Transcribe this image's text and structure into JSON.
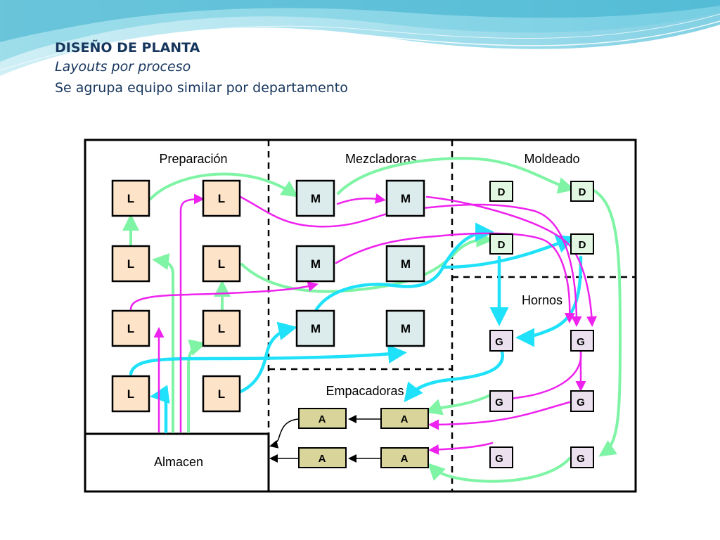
{
  "slide": {
    "title": "DISEÑO DE PLANTA",
    "subtitle": "Layouts por proceso",
    "description": "Se agrupa equipo similar por departamento"
  },
  "departments": {
    "preparacion": "Preparación",
    "mezcladoras": "Mezcladoras",
    "moldeado": "Moldeado",
    "hornos": "Hornos",
    "empacadoras": "Empacadoras",
    "almacen": "Almacen"
  },
  "machines": {
    "L": "L",
    "M": "M",
    "D": "D",
    "G": "G",
    "A": "A"
  },
  "colors": {
    "title": "#17365d",
    "L_fill": "#fde3c8",
    "M_fill": "#dcebec",
    "D_fill": "#e2f7e2",
    "G_fill": "#ebe0ee",
    "A_fill": "#d8d49a",
    "flow_green": "#7ef4a4",
    "flow_cyan": "#1fe1f9",
    "flow_magenta": "#ee22ee",
    "flow_black": "#000000"
  }
}
